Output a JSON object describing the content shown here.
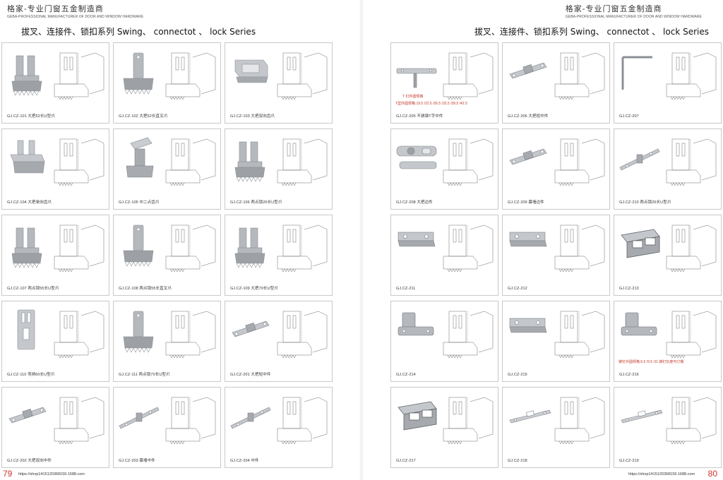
{
  "brand": {
    "cn": "格家-专业门窗五金制造商",
    "en": "GEBA-PROFESSIONAL MANUFACTURER OF DOOR AND WINDOW HARDWARE"
  },
  "left": {
    "heading": "拔叉、连接件、锁扣系列   Swing、 connectot 、 lock Series",
    "page_number": "79",
    "url": "https://shop1415120368159.1688.com",
    "items": [
      {
        "code": "GJ.CZ-101  大把52长U型爪",
        "icon": "comb-claw-u"
      },
      {
        "code": "GJ.CZ-102  大把52长直叉爪",
        "icon": "comb-claw-straight"
      },
      {
        "code": "GJ.CZ-103  大把双向齿爪",
        "icon": "double-claw"
      },
      {
        "code": "GJ.CZ-104  大把单向齿爪",
        "icon": "single-claw"
      },
      {
        "code": "GJ.CZ-105  中二点齿爪",
        "icon": "mid-claw"
      },
      {
        "code": "GJ.CZ-106  两点锁26长U型爪",
        "icon": "comb-claw-u"
      },
      {
        "code": "GJ.CZ-107  两点锁55长U型爪",
        "icon": "comb-claw-u"
      },
      {
        "code": "GJ.CZ-108  两点锁55长直叉爪",
        "icon": "comb-claw-straight"
      },
      {
        "code": "GJ.CZ-109  大把70长U型爪",
        "icon": "comb-claw-u"
      },
      {
        "code": "GJ.CZ-110  弯柄60长U型爪",
        "icon": "plate-claw"
      },
      {
        "code": "GJ.CZ-111  两点锁70长U型爪",
        "icon": "comb-claw-straight"
      },
      {
        "code": "GJ.CZ-201  大把短中件",
        "icon": "connector-bar"
      },
      {
        "code": "GJ.CZ-202  大把双向中件",
        "icon": "connector-bar"
      },
      {
        "code": "GJ.CZ-203  幕墙中件",
        "icon": "connector-rail"
      },
      {
        "code": "GJ.CZ-204  中件",
        "icon": "connector-rail"
      }
    ]
  },
  "right": {
    "heading": "拔叉、连接件、锁扣系列   Swing、 connectot 、 lock Series",
    "page_number": "80",
    "url": "https://shop1415120368159.1688.com",
    "items": [
      {
        "code": "GJ.CZ-205  不锈钢T字中件",
        "icon": "t-connector",
        "note": "T型外圆规格:19.5 /22.5 /26.5 /32.5 /39.5 /42.5",
        "note2": "T 钉外圆规格"
      },
      {
        "code": "GJ.CZ-206  大把短中件",
        "icon": "connector-bar"
      },
      {
        "code": "GJ.CZ-207",
        "icon": "angle-bracket"
      },
      {
        "code": "GJ.CZ-208   大把边件",
        "icon": "edge-piece"
      },
      {
        "code": "GJ.CZ-209  幕墙边件",
        "icon": "connector-bar"
      },
      {
        "code": "GJ.CZ-210  两点锁26长U型爪",
        "icon": "connector-rail"
      },
      {
        "code": "GJ.CZ-211",
        "icon": "lock-block"
      },
      {
        "code": "GJ.CZ-212",
        "icon": "lock-block"
      },
      {
        "code": "GJ.CZ-213",
        "icon": "box-keeper"
      },
      {
        "code": "GJ.CZ-214",
        "icon": "keeper-plate"
      },
      {
        "code": "GJ.CZ-215",
        "icon": "lock-block"
      },
      {
        "code": "GJ.CZ-216",
        "icon": "keeper-plate",
        "note": "铆钉外圆规格:6.5  /9.5  /11  铆钉长度可订做"
      },
      {
        "code": "GJ.CZ-217",
        "icon": "box-keeper"
      },
      {
        "code": "GJ.CZ-218",
        "icon": "strike-plate"
      },
      {
        "code": "GJ.CZ-219",
        "icon": "strike-plate"
      }
    ]
  }
}
